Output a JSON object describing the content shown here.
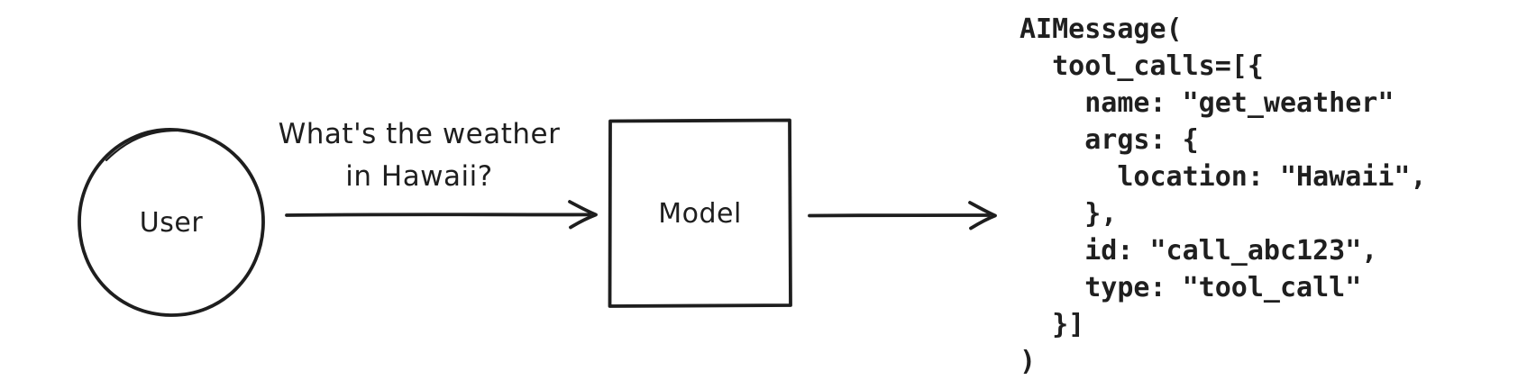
{
  "colors": {
    "ink": "#1e1e1e",
    "background": "#ffffff"
  },
  "diagram": {
    "user_node": {
      "shape": "circle",
      "label": "User"
    },
    "model_node": {
      "shape": "rectangle",
      "label": "Model"
    },
    "user_to_model_arrow": {
      "label_line1": "What's the weather",
      "label_line2": "in Hawaii?"
    },
    "model_output": {
      "code_lines": [
        "AIMessage(",
        "  tool_calls=[{",
        "    name: \"get_weather\"",
        "    args: {",
        "      location: \"Hawaii\",",
        "    },",
        "    id: \"call_abc123\",",
        "    type: \"tool_call\"",
        "  }]",
        ")"
      ]
    }
  }
}
